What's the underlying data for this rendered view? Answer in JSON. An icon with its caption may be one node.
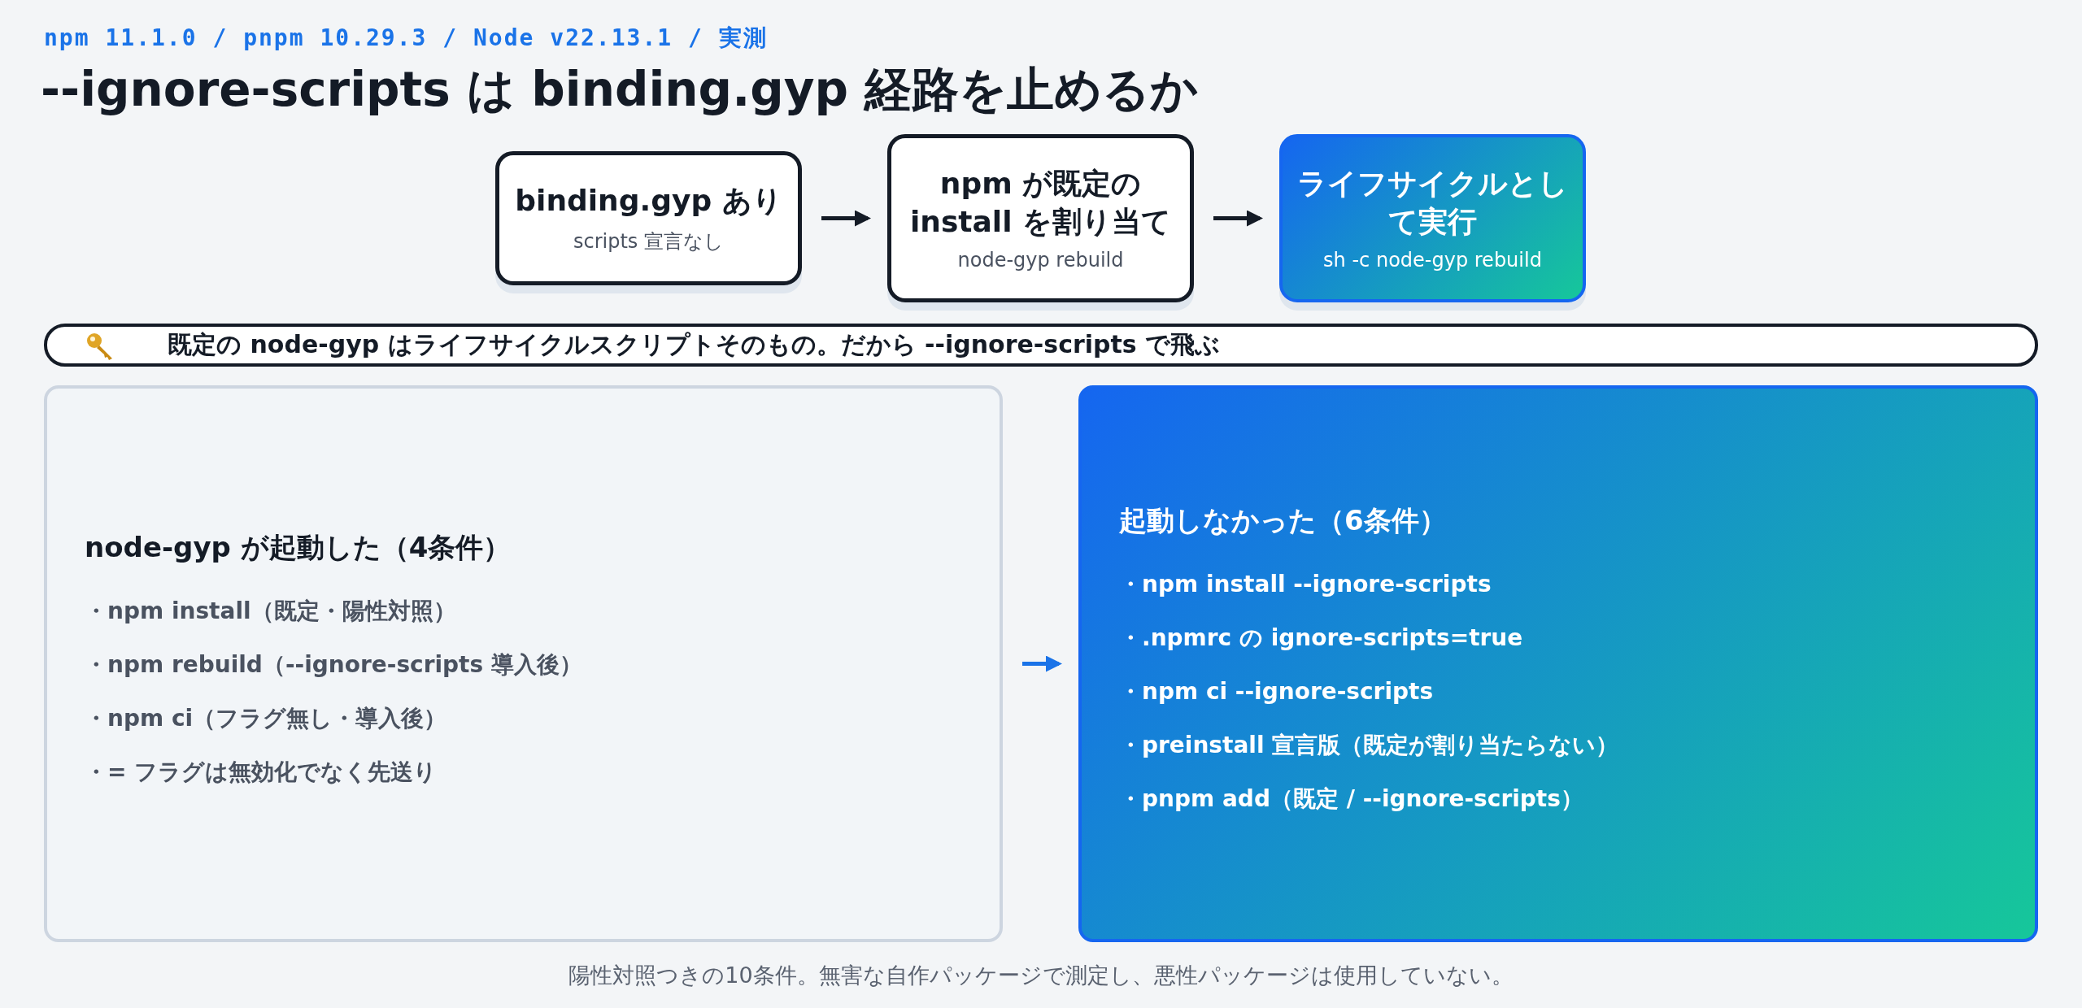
{
  "diagram": {
    "title": "--ignore-scripts は binding.gyp 経路を止めるか",
    "nodes": [
      {
        "text": [
          "binding.gyp あり",
          "scripts 宣言なし"
        ]
      },
      {
        "text": [
          "npm が既定の install を割り当て",
          "node-gyp rebuild"
        ]
      },
      {
        "text": [
          "ライフサイクルとして実行",
          "sh -c node-gyp rebuild"
        ]
      },
      {
        "text": [
          "既定の node-gyp はライフサイクルスクリプトそのもの。だから --ignore-scripts で飛ぶ"
        ]
      },
      {
        "text": [
          "node-gyp が起動した（4条件）",
          "・npm install（既定・陽性対照）",
          "・npm rebuild（--ignore-scripts 導入後）",
          "・npm ci（フラグ無し・導入後）",
          "・= フラグは無効化でなく先送り"
        ]
      },
      {
        "text": [
          "起動しなかった（6条件）",
          "・npm install --ignore-scripts",
          "・.npmrc の ignore-scripts=true",
          "・npm ci --ignore-scripts",
          "・preinstall 宣言版（既定が割り当たらない）",
          "・pnpm add（既定 / --ignore-scripts）"
        ]
      }
    ],
    "edges": [
      {
        "from": 0,
        "to": 1,
        "arrow": "to"
      },
      {
        "from": 1,
        "to": 2,
        "arrow": "to"
      },
      {
        "from": 4,
        "to": 5,
        "arrow": "to",
        "color": "#1a73e8"
      }
    ],
    "labels": [
      "npm 11.1.0 / pnpm 10.29.3 / Node v22.13.1 / 実測"
    ],
    "caption": "陽性対照つきの10条件。無害な自作パッケージで測定し、悪性パッケージは使用していない。"
  }
}
